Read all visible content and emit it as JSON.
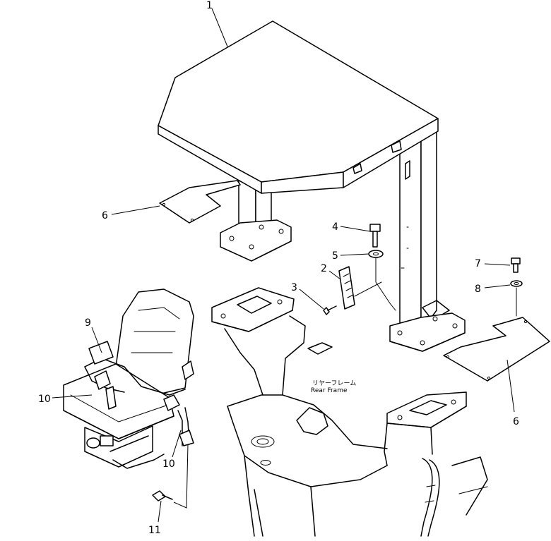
{
  "diagram": {
    "callouts": [
      {
        "id": "c1",
        "label": "1"
      },
      {
        "id": "c2",
        "label": "2"
      },
      {
        "id": "c3",
        "label": "3"
      },
      {
        "id": "c4",
        "label": "4"
      },
      {
        "id": "c5",
        "label": "5"
      },
      {
        "id": "c6a",
        "label": "6"
      },
      {
        "id": "c6b",
        "label": "6"
      },
      {
        "id": "c7",
        "label": "7"
      },
      {
        "id": "c8",
        "label": "8"
      },
      {
        "id": "c9",
        "label": "9"
      },
      {
        "id": "c10a",
        "label": "10"
      },
      {
        "id": "c10b",
        "label": "10"
      },
      {
        "id": "c11",
        "label": "11"
      }
    ],
    "frame_label_jp": "リヤーフレーム",
    "frame_label_en": "Rear Frame"
  }
}
